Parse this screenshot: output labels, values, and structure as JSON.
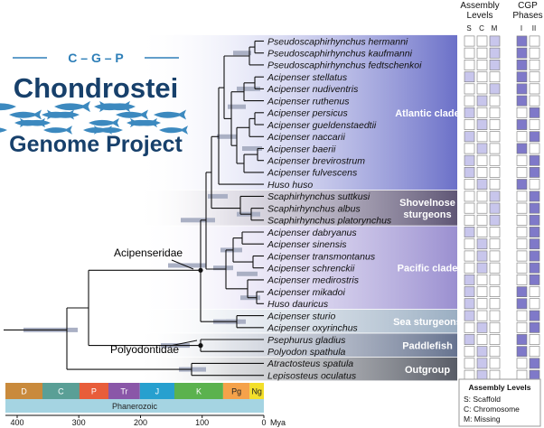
{
  "logo": {
    "top": "C – G – P",
    "word1": "Chondrostei",
    "word2": "Genome Project",
    "colors": {
      "dark": "#17406b",
      "accent": "#2e7fb8",
      "fish": "#3c89bf"
    }
  },
  "columns": {
    "assembly": {
      "title1": "Assembly",
      "title2": "Levels",
      "cols": [
        "S",
        "C",
        "M"
      ]
    },
    "phases": {
      "title1": "CGP",
      "title2": "Phases",
      "cols": [
        "I",
        "II"
      ]
    }
  },
  "taxa": [
    {
      "name": "Pseudoscaphirhynchus hermanni",
      "asm": "M",
      "ph": "I"
    },
    {
      "name": "Pseudoscaphirhynchus kaufmanni",
      "asm": "M",
      "ph": "I"
    },
    {
      "name": "Pseudoscaphirhynchus fedtschenkoi",
      "asm": "M",
      "ph": "I"
    },
    {
      "name": "Acipenser stellatus",
      "asm": "S",
      "ph": "I"
    },
    {
      "name": "Acipenser nudiventris",
      "asm": "M",
      "ph": "I"
    },
    {
      "name": "Acipenser ruthenus",
      "asm": "C",
      "ph": "I"
    },
    {
      "name": "Acipenser persicus",
      "asm": "S",
      "ph": "II"
    },
    {
      "name": "Acipenser gueldenstaedtii",
      "asm": "C",
      "ph": "I"
    },
    {
      "name": "Acipenser naccarii",
      "asm": "S",
      "ph": "II"
    },
    {
      "name": "Acipenser baerii",
      "asm": "C",
      "ph": "I"
    },
    {
      "name": "Acipenser brevirostrum",
      "asm": "S",
      "ph": "II"
    },
    {
      "name": "Acipenser fulvescens",
      "asm": "S",
      "ph": "II"
    },
    {
      "name": "Huso huso",
      "asm": "C",
      "ph": "I"
    },
    {
      "name": "Scaphirhynchus suttkusi",
      "asm": "M",
      "ph": "II"
    },
    {
      "name": "Scaphirhynchus albus",
      "asm": "M",
      "ph": "II"
    },
    {
      "name": "Scaphirhynchus platorynchus",
      "asm": "M",
      "ph": "II"
    },
    {
      "name": "Acipenser dabryanus",
      "asm": "S",
      "ph": "II"
    },
    {
      "name": "Acipenser sinensis",
      "asm": "C",
      "ph": "II"
    },
    {
      "name": "Acipenser transmontanus",
      "asm": "C",
      "ph": "II"
    },
    {
      "name": "Acipenser schrenckii",
      "asm": "C",
      "ph": "II"
    },
    {
      "name": "Acipenser medirostris",
      "asm": "S",
      "ph": "II"
    },
    {
      "name": "Acipenser mikadoi",
      "asm": "S",
      "ph": "I"
    },
    {
      "name": "Huso dauricus",
      "asm": "S",
      "ph": "I"
    },
    {
      "name": "Acipenser sturio",
      "asm": "S",
      "ph": "II"
    },
    {
      "name": "Acipenser oxyrinchus",
      "asm": "C",
      "ph": "II"
    },
    {
      "name": "Psephurus gladius",
      "asm": "S",
      "ph": "I"
    },
    {
      "name": "Polyodon spathula",
      "asm": "C",
      "ph": "I"
    },
    {
      "name": "Atractosteus spatula",
      "asm": "C",
      "ph": "II"
    },
    {
      "name": "Lepisosteus oculatus",
      "asm": "C",
      "ph": "II"
    }
  ],
  "clades": [
    {
      "label": "Atlantic clade",
      "from": 0,
      "to": 12,
      "style": "atlantic"
    },
    {
      "label": "Shovelnose\nsturgeons",
      "from": 13,
      "to": 15,
      "style": "shovel"
    },
    {
      "label": "Pacific clade",
      "from": 16,
      "to": 22,
      "style": "pacific"
    },
    {
      "label": "Sea sturgeons",
      "from": 23,
      "to": 24,
      "style": "sea"
    },
    {
      "label": "Paddlefish",
      "from": 25,
      "to": 26,
      "style": "paddle"
    },
    {
      "label": "Outgroup",
      "from": 27,
      "to": 28,
      "style": "out"
    }
  ],
  "node_labels": {
    "acipenseridae": "Acipenseridae",
    "polyodontidae": "Polyodontidae"
  },
  "timescale": {
    "eon": "Phanerozoic",
    "unit": "Mya",
    "ticks": [
      400,
      300,
      200,
      100,
      0
    ],
    "periods": [
      {
        "label": "D",
        "start": 419,
        "end": 359,
        "color": "#c98a3c",
        "text": "#ffffff"
      },
      {
        "label": "C",
        "start": 359,
        "end": 299,
        "color": "#5a9f96",
        "text": "#ffffff"
      },
      {
        "label": "P",
        "start": 299,
        "end": 252,
        "color": "#e85d3a",
        "text": "#ffffff"
      },
      {
        "label": "Tr",
        "start": 252,
        "end": 201,
        "color": "#8a57a8",
        "text": "#ffffff"
      },
      {
        "label": "J",
        "start": 201,
        "end": 145,
        "color": "#27a0cf",
        "text": "#ffffff"
      },
      {
        "label": "K",
        "start": 145,
        "end": 66,
        "color": "#5bb24e",
        "text": "#ffffff"
      },
      {
        "label": "Pg",
        "start": 66,
        "end": 23,
        "color": "#f5a24a",
        "text": "#222222"
      },
      {
        "label": "Ng",
        "start": 23,
        "end": 0,
        "color": "#f3df2a",
        "text": "#222222"
      }
    ]
  },
  "legend": {
    "title": "Assembly Levels",
    "items": [
      "S: Scaffold",
      "C: Chromosome",
      "M: Missing"
    ]
  },
  "colors": {
    "filled_cell": "#7f79c9",
    "light_cell": "#c8c6ec",
    "empty_cell": "#ffffff",
    "cell_border": "#777777",
    "error_bar": "#aab0c4",
    "clade_atlantic": "#6b70c8",
    "clade_shovel": "#5f5675",
    "clade_pacific": "#9a8fd0",
    "clade_sea": "#9aaec2",
    "clade_paddle": "#66738f",
    "clade_out": "#585c66"
  }
}
